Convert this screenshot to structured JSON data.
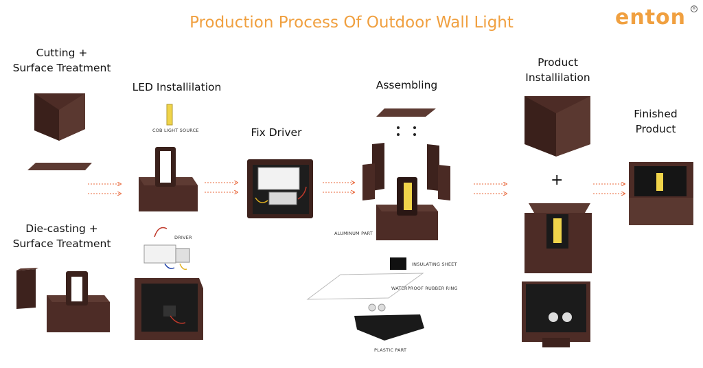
{
  "title": "Production Process Of Outdoor Wall Light",
  "logo": "enton",
  "logo_mark": "®",
  "stages": {
    "cutting": "Cutting +\nSurface Treatment",
    "diecasting": "Die-casting +\nSurface Treatment",
    "led": "LED Installilation",
    "fix_driver": "Fix Driver",
    "assembling": "Assembling",
    "product_install": "Product\nInstallilation",
    "finished": "Finished\nProduct"
  },
  "labels": {
    "cob": "COB LIGHT SOURCE",
    "driver": "DRIVER",
    "aluminum": "ALUMINUM PART",
    "insulating": "INSULATING SHEET",
    "rubber": "WATERPROOF RUBBER RING",
    "plastic": "PLASTIC PART"
  },
  "plus": "+",
  "colors": {
    "accent": "#f0a040",
    "body": "#4d2c26",
    "arrow": "#e8673a"
  }
}
